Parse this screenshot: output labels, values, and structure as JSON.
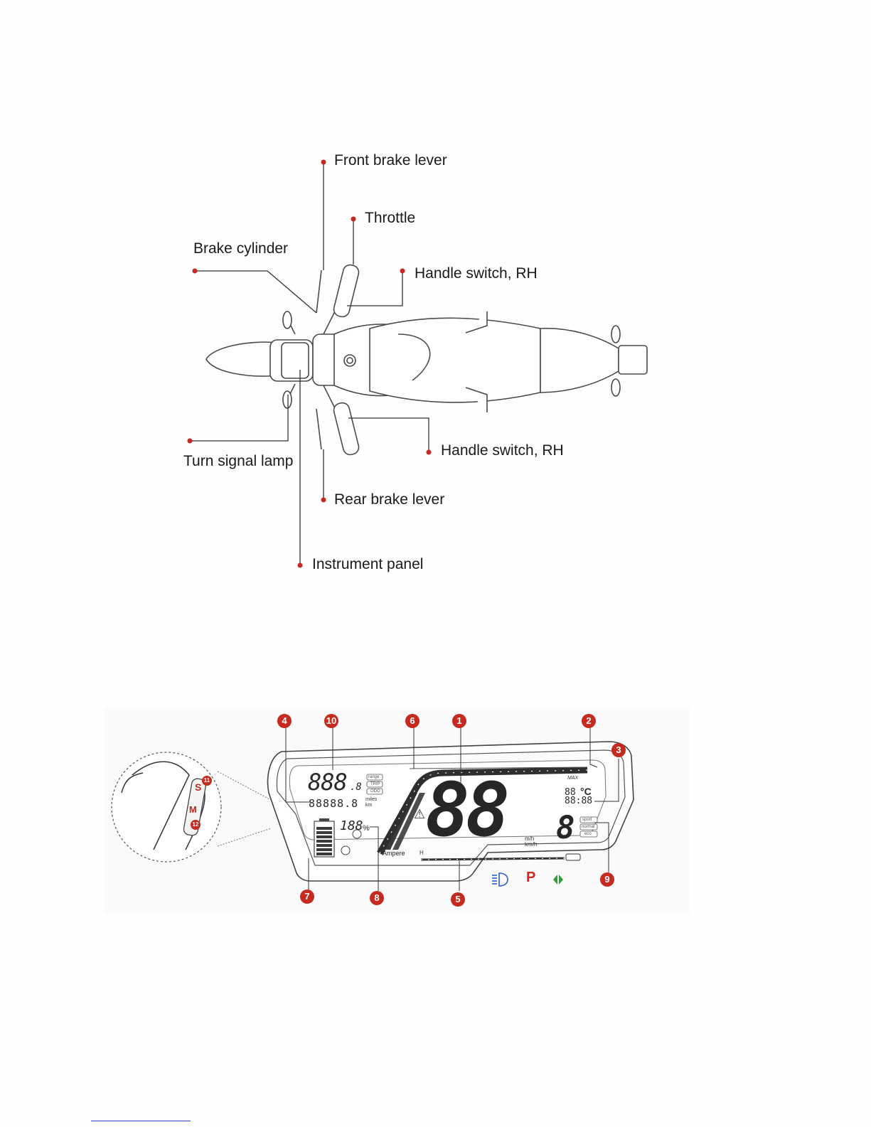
{
  "top_diagram": {
    "labels": {
      "front_brake_lever": "Front brake lever",
      "throttle": "Throttle",
      "brake_cylinder": "Brake cylinder",
      "handle_switch_top": "Handle switch, RH",
      "turn_signal_lamp": "Turn signal lamp",
      "handle_switch_bottom": "Handle switch, RH",
      "rear_brake_lever": "Rear brake lever",
      "instrument_panel": "Instrument panel"
    }
  },
  "dashboard": {
    "callouts": [
      "1",
      "2",
      "3",
      "4",
      "5",
      "6",
      "7",
      "8",
      "9",
      "10",
      "11",
      "12"
    ],
    "display": {
      "speed": "88",
      "speed_units_1": "m/h",
      "speed_units_2": "km/h",
      "trip": "888",
      "trip_decimal": ".8",
      "mode_tags": [
        "range",
        "TRIP",
        "ODO"
      ],
      "odometer": "88888.8",
      "odo_units_1": "miles",
      "odo_units_2": "km",
      "battery_percent": "188",
      "percent_sign": "%",
      "temperature": "88",
      "temp_unit": "°C",
      "clock": "88:88",
      "gear": "8",
      "ride_modes": [
        "sport",
        "normal",
        "eco"
      ],
      "ampere_label": "Ampere",
      "max_label": "MAX",
      "h_label": "H",
      "warning_glyph": "⚠",
      "park_indicator": "P"
    },
    "switch_labels": {
      "s": "S",
      "m": "M"
    }
  },
  "colors": {
    "callout_red": "#c62a1f",
    "headlight_blue": "#2c5bd6",
    "park_red": "#d8241f",
    "turn_green": "#2e9c3a"
  }
}
